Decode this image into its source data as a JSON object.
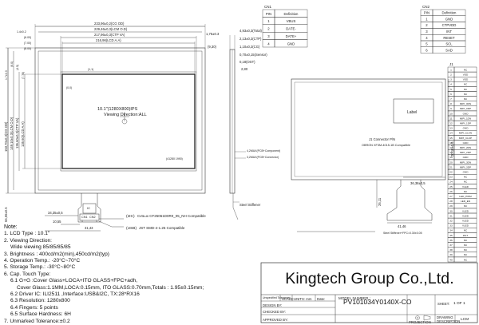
{
  "drawing": {
    "dims_top": [
      "233,96±0,2(CG OD)",
      "229,46±0,3(LCM O.D)",
      "217,96±0,3(CTP VA)",
      "216,96(LCD A.A)"
    ],
    "dims_top_left": [
      "1.4±0.2",
      "(6.00)",
      "(7.00)",
      "(8.00)"
    ],
    "dims_top_right": [
      "1,76±0.3",
      "(9,30)"
    ],
    "dims_left": [
      "153,70±0,3(CG OD)",
      "149,10±0,3(LCM O.D)",
      "136,60±0,3(CTP VA)",
      "135,60(LCD A.A)"
    ],
    "dims_left_small": [
      "1.7±0.3",
      "(6.0)",
      "(4.5)",
      "(7.75)"
    ],
    "pixel_first": "(1,1)",
    "pixel_origin": "(0,0)",
    "pixel_last": "(41280 1990)",
    "display_spec": "10.1\"(1280X800)IPS",
    "viewing_direction": "Viewing Direction:ALL",
    "side_dims": [
      "4,93±0,3(Total)",
      "2,13±0,2(CTP)",
      "1,10±0,2(CG)",
      "0,70±0,15(Sensor)",
      "0,18(OST)",
      "2,80"
    ],
    "fpc_labels": [
      "4,2MAX(PCB+Component)",
      "3,2MAX(PCB+Connector)"
    ],
    "steel_stiffener": "Steel Stiffener",
    "fpc_dims": [
      "34,35±0,5",
      "10,55",
      "31,43"
    ],
    "i2c_label": "(I2C)",
    "i2c_connector": "CvtLux CF25061D0R0_05_NH Compatible",
    "usb_label": "(USB)",
    "usb_connector": "JST SMD-4-1.25 Compatible",
    "bottom_dim_left": "66,55±0.5",
    "cn_labels": [
      "CN1",
      "CN2"
    ],
    "pin_numbers": [
      "1",
      "1"
    ],
    "ic_label": "IC",
    "rear_label": "Label",
    "rear_connector_title": "J1 Connector P/N",
    "rear_connector_pn": "OBRON XF3M-4015-1B Compatible",
    "rear_dims": [
      "36,38±0,5",
      "20,16±0,5",
      "26,11",
      "41,46"
    ],
    "rear_fpc_note": "Steel Stiffener+FPC=0.30±0.05"
  },
  "cn1": {
    "title": "CN1",
    "headers": [
      "PIN",
      "Definition"
    ],
    "rows": [
      [
        "1",
        "VBUS"
      ],
      [
        "2",
        "DATE-"
      ],
      [
        "3",
        "DATE+"
      ],
      [
        "4",
        "GND"
      ]
    ]
  },
  "cn2": {
    "title": "CN2",
    "headers": [
      "PIN",
      "Definition"
    ],
    "rows": [
      [
        "1",
        "GND"
      ],
      [
        "2",
        "CTPVDD"
      ],
      [
        "3",
        "INT"
      ],
      [
        "4",
        "RESET"
      ],
      [
        "5",
        "SCL"
      ],
      [
        "6",
        "SAD"
      ]
    ]
  },
  "j1": {
    "title": "J1",
    "rows": [
      [
        "1",
        "NC"
      ],
      [
        "2",
        "VDD"
      ],
      [
        "3",
        "VDD"
      ],
      [
        "4",
        "NC"
      ],
      [
        "5",
        "NC"
      ],
      [
        "6",
        "NC"
      ],
      [
        "7",
        "NC"
      ],
      [
        "8",
        "MIPI_0DN"
      ],
      [
        "9",
        "MIPI_0DP"
      ],
      [
        "10",
        "GND"
      ],
      [
        "11",
        "MIPI_1DN"
      ],
      [
        "12",
        "MIPI_1DP"
      ],
      [
        "13",
        "GND"
      ],
      [
        "14",
        "MIPI_CLKN"
      ],
      [
        "15",
        "MIPI_CLKP"
      ],
      [
        "16",
        "GND"
      ],
      [
        "17",
        "MIPI_2DN"
      ],
      [
        "18",
        "MIPI_2DP"
      ],
      [
        "19",
        "GND"
      ],
      [
        "20",
        "MIPI_3DN"
      ],
      [
        "21",
        "MIPI_3DP"
      ],
      [
        "22",
        "GND"
      ],
      [
        "23",
        "NC"
      ],
      [
        "24",
        "NC"
      ],
      [
        "25",
        "VLED"
      ],
      [
        "26",
        "NC"
      ],
      [
        "27",
        "LED_PWM"
      ],
      [
        "28",
        "LED_EN"
      ],
      [
        "29",
        "NC"
      ],
      [
        "30",
        "VLED"
      ],
      [
        "31",
        "VLED"
      ],
      [
        "32",
        "VLED"
      ],
      [
        "33",
        "VLED"
      ],
      [
        "34",
        "NC"
      ],
      [
        "35",
        "RST"
      ],
      [
        "36",
        "NC"
      ],
      [
        "37",
        "NC"
      ],
      [
        "38",
        "NC"
      ],
      [
        "39",
        "NC"
      ],
      [
        "40",
        "NC"
      ]
    ]
  },
  "notes": {
    "title": "Note:",
    "lines": [
      "1. LCD Type : 10.1\"",
      "2. Viewing Direction:",
      "   Wide viewing 85/85/85/85",
      "3. Brightness : 400cd/m2(min),450cd/m2(typ)",
      "4. Operation Temp.: -20°C~70°C",
      "5. Storage Temp.: -30°C~80°C",
      "6. Cap. Touch Type:",
      "   6.1 G+G :Cover Glass+LOCA+ITO GLASS+FPC+adh,",
      "   Cover Glass:1.1MM,LOCA:0.15mm,  ITO GLASS:0.70mm,Totals  : 1.95±0.15mm;",
      "   6.2 Driver IC: ILI2511 ,Interface:USB&I2C, TX:28*RX16",
      "   6.3 Resolution: 1280x800",
      "   6.4 Fingers: 5 points",
      "   6.5 Surface Hardness: 6H",
      "7. Unmarked Tolerance:±0.2"
    ]
  },
  "title_block": {
    "company": "Kingtech Group Co.,Ltd.",
    "unspecified": "Unspecified Tolerances",
    "scale": "SCALE:",
    "units": "UNITS: mm",
    "date": "Date:",
    "design_by": "DESIGN BY:",
    "checked_by": "CHECKED BY:",
    "approved_by": "APPROVED BY:",
    "model_label": "MODEL NUMBER :",
    "model_number": "PV101034Y0140X-CO",
    "sheet_label": "SHEET:",
    "sheet_value": "1 OF 1",
    "projection": "PROJECTION",
    "drawing_desc": "DRAWING DESCRIPTION",
    "lcm": "LCM"
  }
}
